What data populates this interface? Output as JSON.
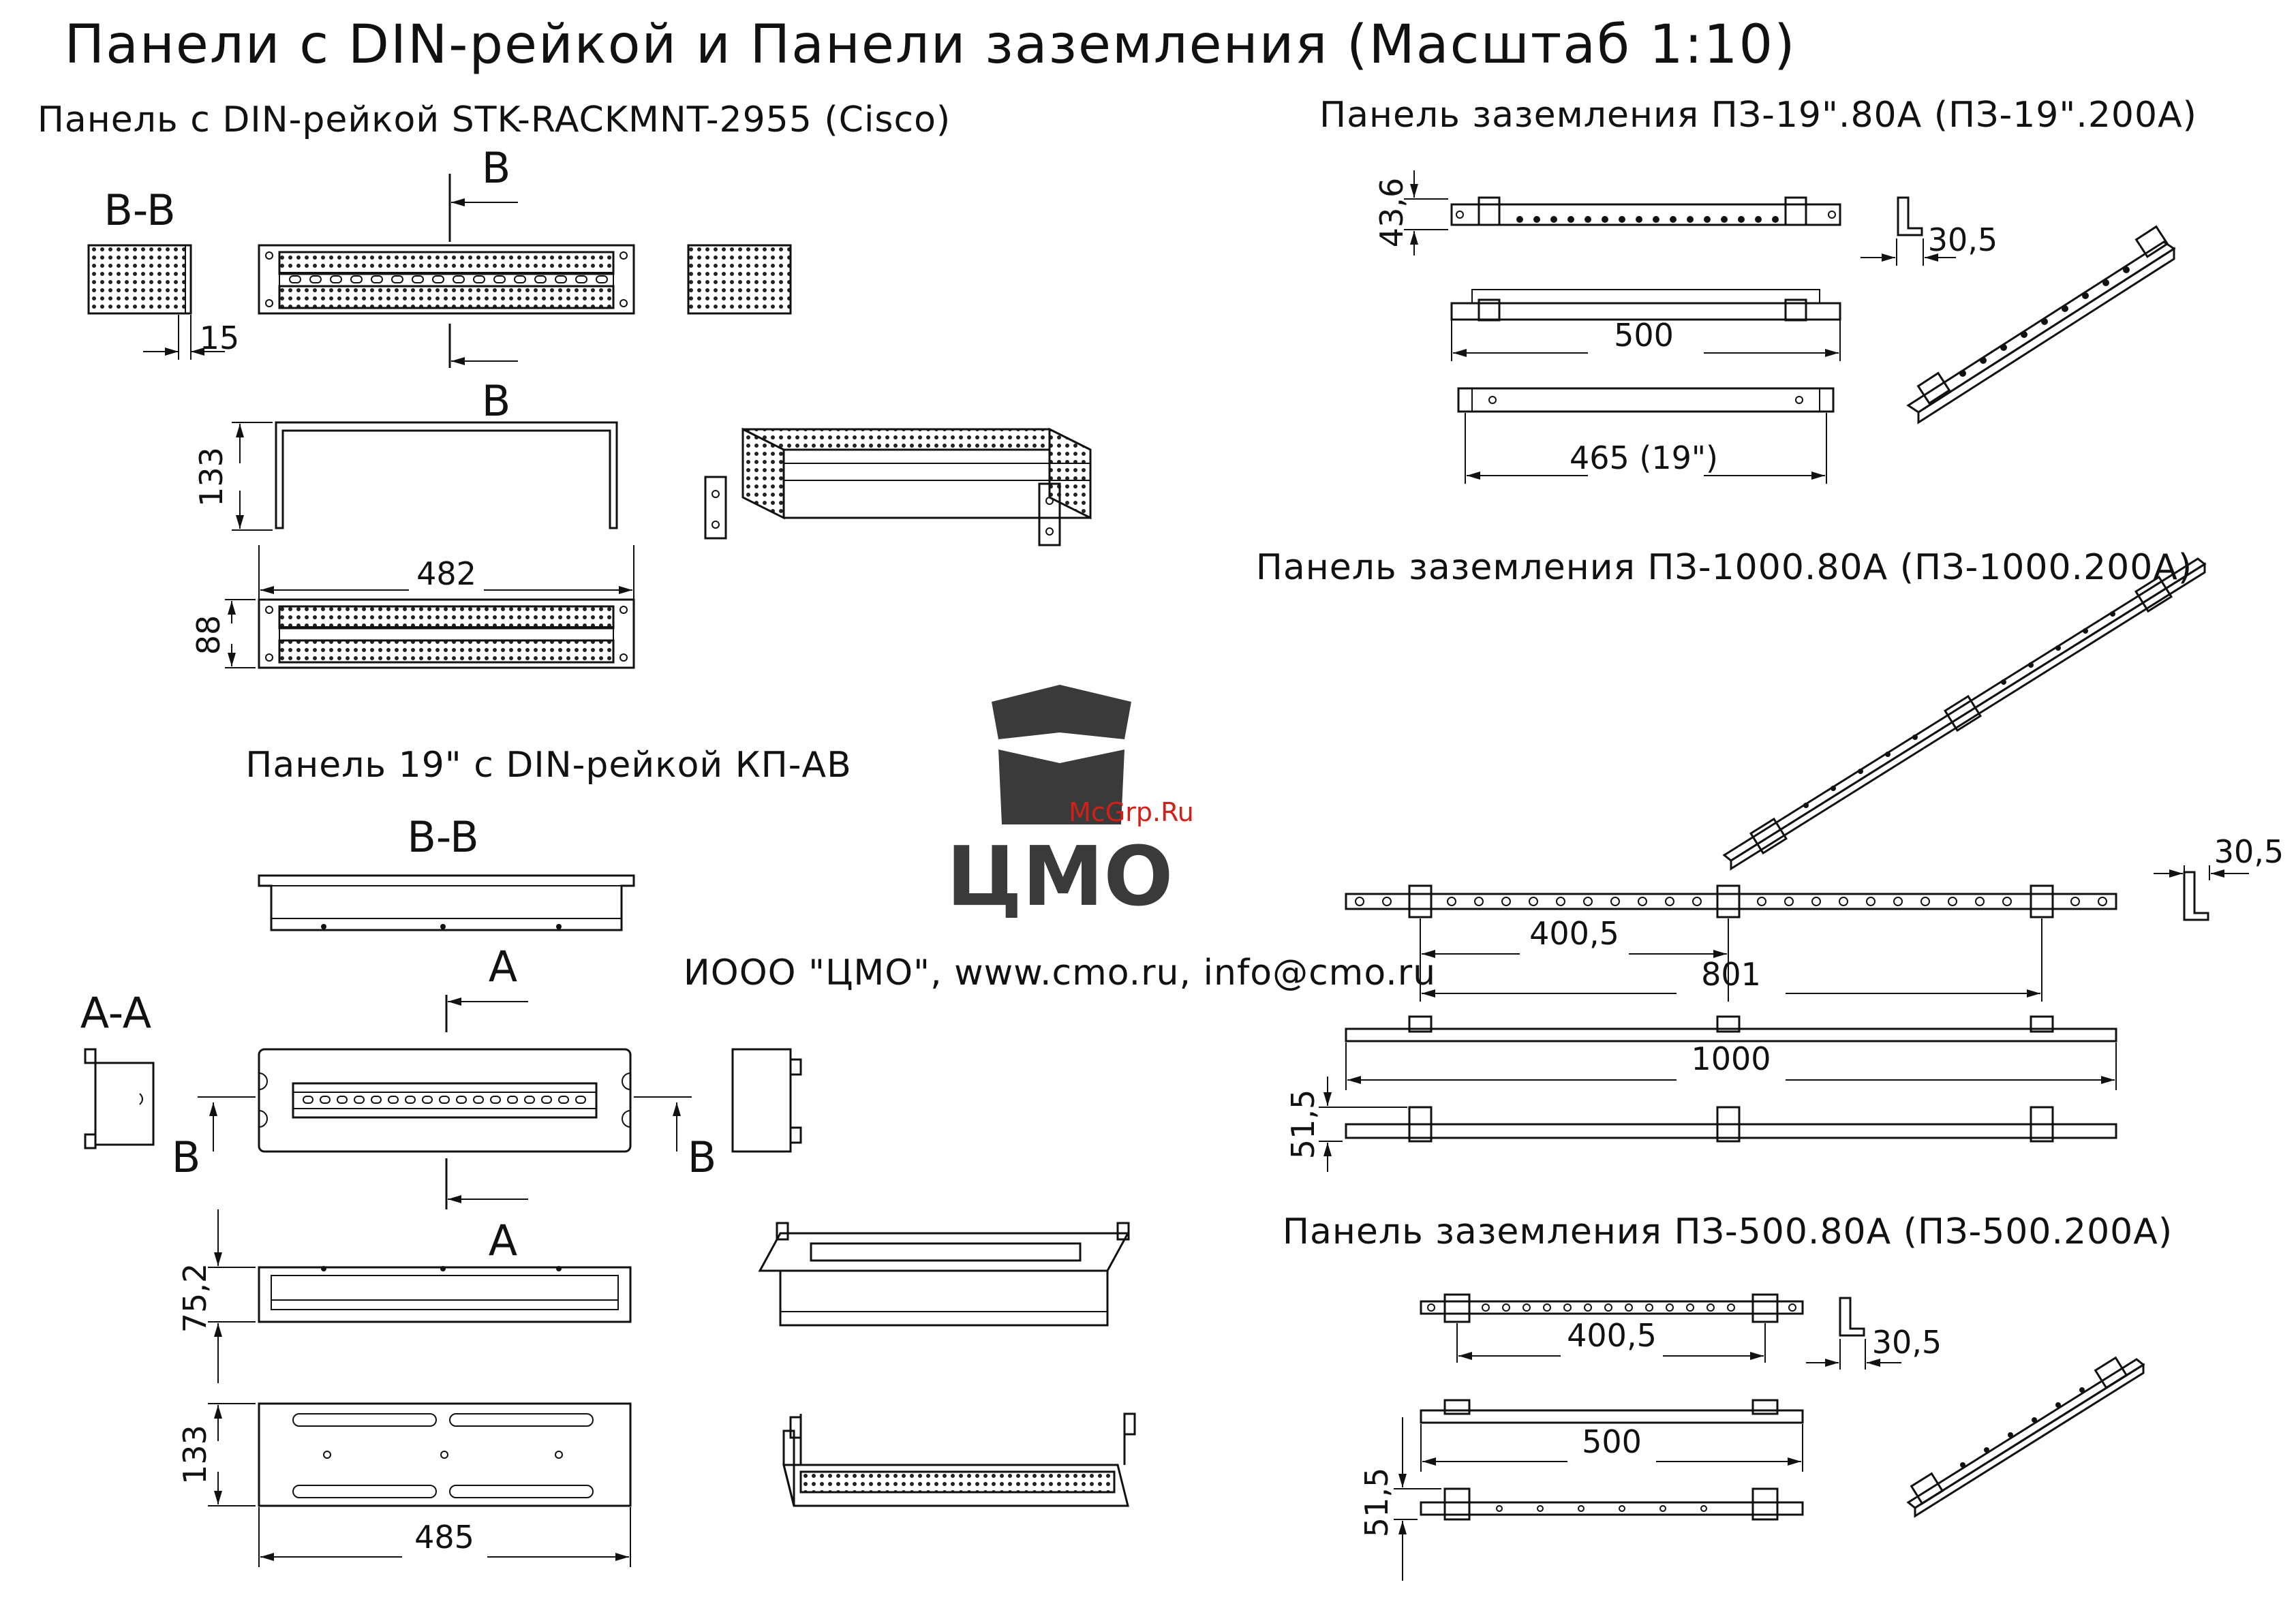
{
  "title": "Панели с DIN-рейкой и Панели заземления (Масштаб 1:10)",
  "logo": {
    "text": "ЦМО",
    "watermark": "McGrp.Ru",
    "company": "ИООО \"ЦМО\", www.cmo.ru, info@cmo.ru",
    "colors": {
      "logo": "#3a3a3a",
      "watermark": "#d0201a"
    }
  },
  "panels": [
    {
      "title": "Панель с DIN-рейкой STK-RACKMNT-2955 (Cisco)",
      "labels": {
        "section": "B-B",
        "arrow": "B"
      },
      "dims": [
        "15",
        "133",
        "482",
        "88"
      ]
    },
    {
      "title": "Панель заземления ПЗ-19\".80A (ПЗ-19\".200A)",
      "dims": [
        "43,6",
        "30,5",
        "500",
        "465 (19\")"
      ]
    },
    {
      "title": "Панель заземления ПЗ-1000.80A (ПЗ-1000.200A)",
      "dims": [
        "30,5",
        "400,5",
        "801",
        "1000",
        "51,5"
      ]
    },
    {
      "title": "Панель 19\" с DIN-рейкой КП-АВ",
      "labels": {
        "section_b": "B-B",
        "section_a": "A-A",
        "arrow_a": "A",
        "arrow_b": "B"
      },
      "dims": [
        "75,2",
        "133",
        "485"
      ]
    },
    {
      "title": "Панель заземления ПЗ-500.80A (ПЗ-500.200A)",
      "dims": [
        "400,5",
        "30,5",
        "500",
        "51,5"
      ]
    }
  ]
}
